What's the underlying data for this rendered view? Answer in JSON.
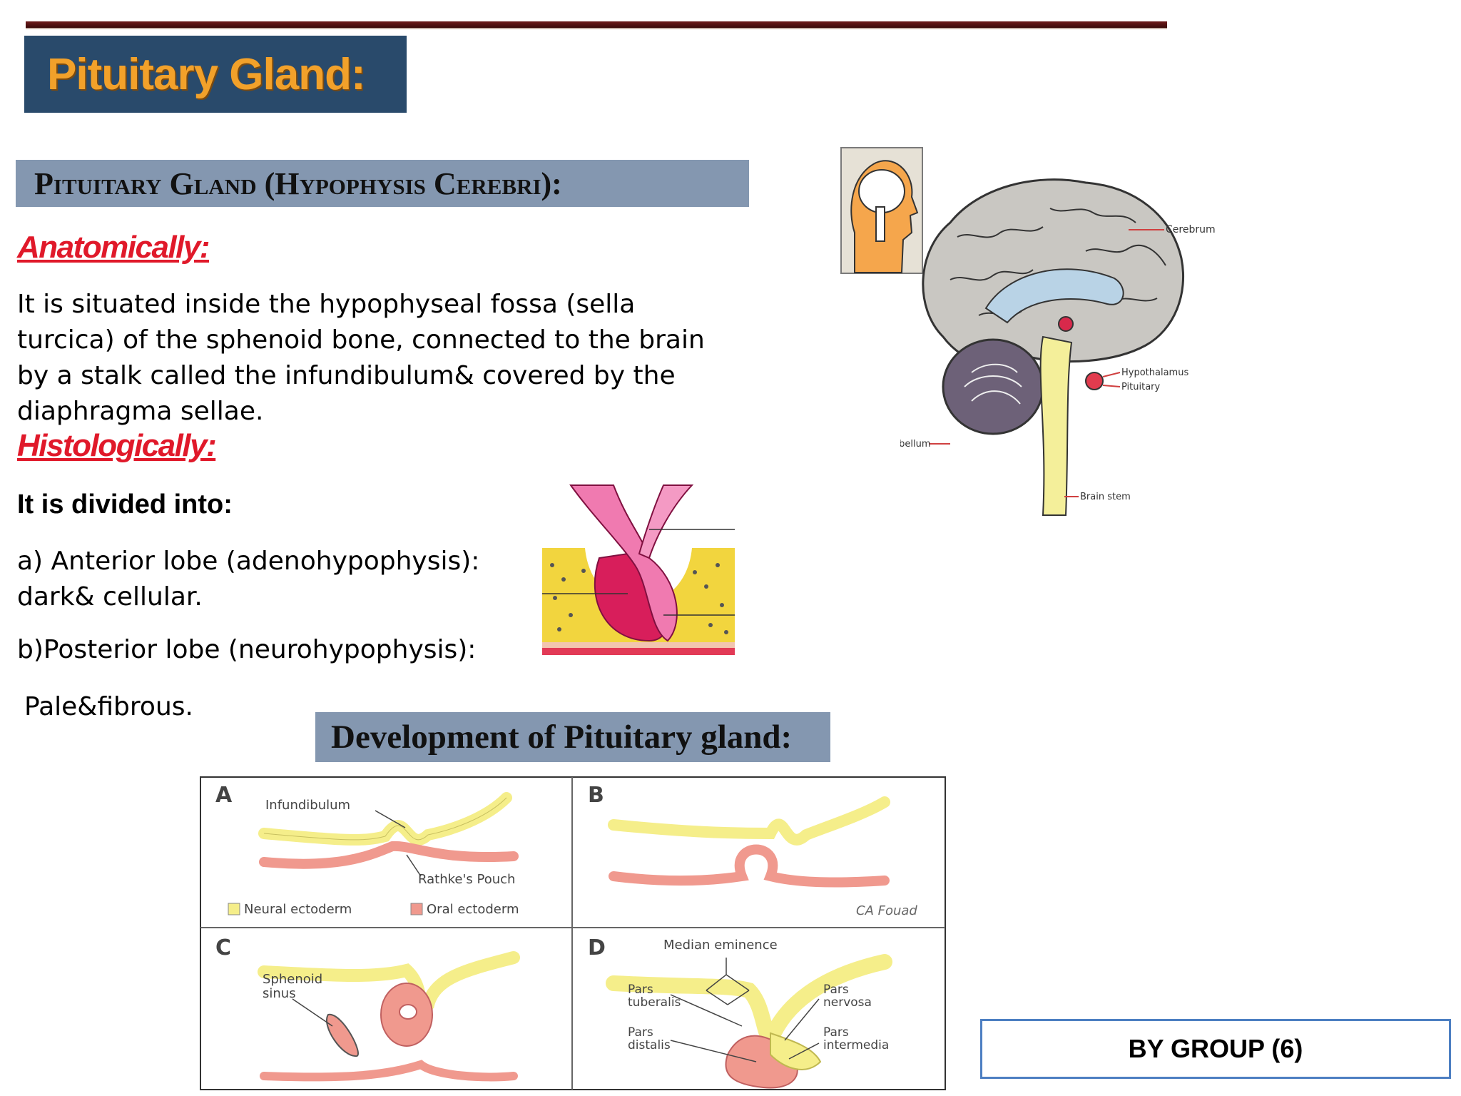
{
  "header": {
    "title": "Pituitary Gland:"
  },
  "section": {
    "heading": "Pituitary Gland (Hypophysis Cerebri):",
    "anatomically_label": "Anatomically:",
    "anatomy_text": [
      "It is situated inside the hypophyseal fossa (sella",
      "turcica) of the sphenoid bone, connected to the brain",
      "by a stalk called the infundibulum& covered by the",
      "diaphragma sellae."
    ],
    "histologically_label": "Histologically:",
    "divided_text": "It is divided into:",
    "anterior_lines": [
      "a) Anterior lobe (adenohypophysis):",
      "dark& cellular."
    ],
    "posterior_line": "b)Posterior lobe (neurohypophysis):",
    "posterior_desc": "Pale&fibrous."
  },
  "brain_figure": {
    "labels": {
      "cerebrum": "Cerebrum",
      "hypothalamus": "Hypothalamus",
      "pituitary": "Pituitary",
      "cerebellum": "Cerebellum",
      "brain_stem": "Brain stem"
    }
  },
  "development": {
    "heading": "Development of Pituitary gland:",
    "panels": {
      "a": {
        "letter": "A",
        "infundibulum": "Infundibulum",
        "rathkes_pouch": "Rathke's Pouch",
        "legend_neural": "Neural ectoderm",
        "legend_oral": "Oral ectoderm"
      },
      "b": {
        "letter": "B",
        "signature": "CA Fouad"
      },
      "c": {
        "letter": "C",
        "sphenoid": [
          "Sphenoid",
          "sinus"
        ]
      },
      "d": {
        "letter": "D",
        "median_eminence": "Median eminence",
        "pars_tuberalis": [
          "Pars",
          "tuberalis"
        ],
        "pars_distalis": [
          "Pars",
          "distalis"
        ],
        "pars_nervosa": [
          "Pars",
          "nervosa"
        ],
        "pars_intermedia": [
          "Pars",
          "intermedia"
        ]
      }
    }
  },
  "footer": {
    "group_label": "BY GROUP (6)"
  },
  "colors": {
    "title_bg": "#294a6b",
    "title_text": "#f2a12a",
    "heading_bar": "#8497b0",
    "red_heading": "#e0192a",
    "neural_ectoderm": "#f5ee8a",
    "oral_ectoderm": "#f0998e"
  }
}
